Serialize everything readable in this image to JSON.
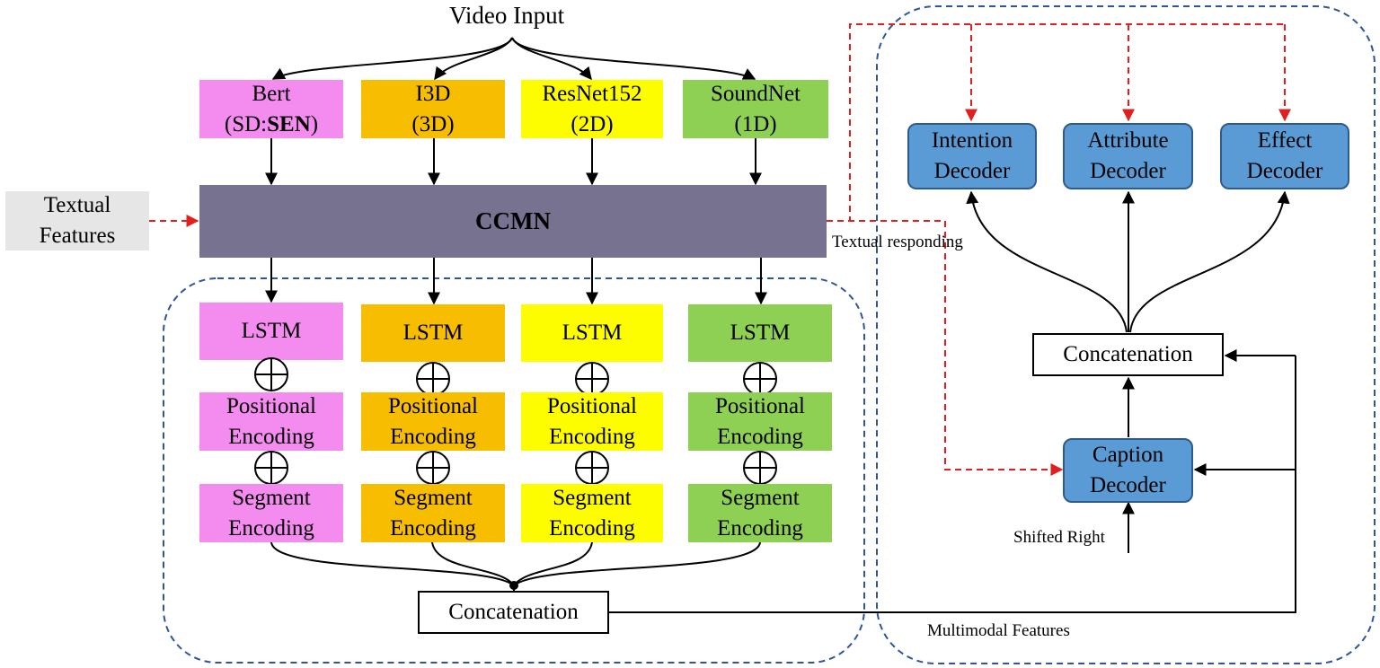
{
  "title": "Video Input",
  "textual_features": [
    "Textual",
    "Features"
  ],
  "ccmn": "CCMN",
  "textual_responding": "Textual responding",
  "multimodal_features": "Multimodal Features",
  "shifted_right": "Shifted Right",
  "extractors": [
    {
      "line1": "Bert",
      "line2_a": "(SD:",
      "line2_b": "SEN",
      "line2_c": ")"
    },
    {
      "line1": "I3D",
      "line2": "(3D)"
    },
    {
      "line1": "ResNet152",
      "line2": "(2D)"
    },
    {
      "line1": "SoundNet",
      "line2": "(1D)"
    }
  ],
  "lstm_label": "LSTM",
  "positional": [
    "Positional",
    "Encoding"
  ],
  "segment": [
    "Segment",
    "Encoding"
  ],
  "concatenation": "Concatenation",
  "decoders": {
    "intention": [
      "Intention",
      "Decoder"
    ],
    "attribute": [
      "Attribute",
      "Decoder"
    ],
    "effect": [
      "Effect",
      "Decoder"
    ],
    "caption": [
      "Caption",
      "Decoder"
    ]
  },
  "colors": {
    "bert": "#f48cf0",
    "i3d": "#f7bd00",
    "resnet": "#fdfd00",
    "soundnet": "#8ed053",
    "ccmn": "#77728f",
    "decoder": "#5b9bd5",
    "dashed_region": "#2f5597",
    "red_arrow": "#e02020"
  }
}
